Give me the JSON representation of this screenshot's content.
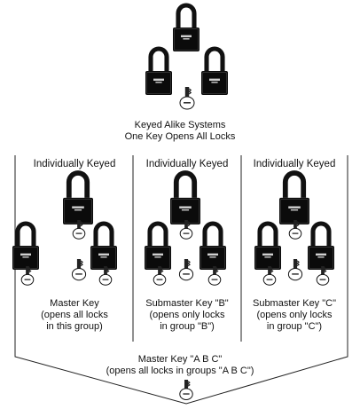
{
  "top": {
    "line1": "Keyed Alike Systems",
    "line2": "One Key Opens All Locks"
  },
  "groups": [
    {
      "header": "Individually Keyed",
      "caption": [
        "Master Key",
        "(opens all locks",
        "in this group)"
      ]
    },
    {
      "header": "Individually Keyed",
      "caption": [
        "Submaster Key \"B\"",
        "(opens only locks",
        "in group \"B\")"
      ]
    },
    {
      "header": "Individually Keyed",
      "caption": [
        "Submaster Key \"C\"",
        "(opens only locks",
        "in group \"C\")"
      ]
    }
  ],
  "bottom": {
    "line1": "Master Key \"A B C\"",
    "line2": "(opens all locks in groups \"A B C\")"
  },
  "icons": {
    "lock": "padlock-icon",
    "key": "key-icon"
  }
}
